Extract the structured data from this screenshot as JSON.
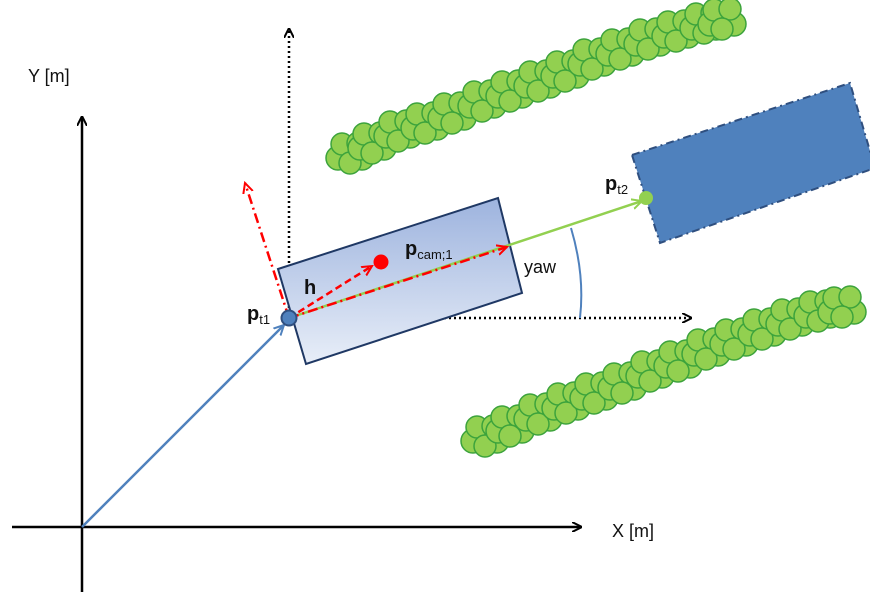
{
  "axes": {
    "x_label": "X [m]",
    "y_label": "Y [m]"
  },
  "labels": {
    "p_t1_main": "p",
    "p_t1_sub": "t1",
    "p_t2_main": "p",
    "p_t2_sub": "t2",
    "p_cam_main": "p",
    "p_cam_sub": "cam;1",
    "h": "h",
    "yaw": "yaw"
  },
  "colors": {
    "axis": "#000000",
    "position_vector": "#4f81bd",
    "target_point": "#92d050",
    "camera_point": "#ff0000",
    "heading_dash": "#ff0000",
    "vehicle_fill_top": "#9db3de",
    "vehicle_fill_bottom": "#e6edf8",
    "vehicle_stroke": "#1f3864",
    "target_vehicle_fill": "#4f81bd",
    "target_vehicle_stroke": "#2f4f7f",
    "tree_fill": "#92d050",
    "tree_stroke": "#3ca33c"
  },
  "icons": {
    "vehicle": "vehicle-rectangle",
    "target_vehicle": "dashed-vehicle-rectangle",
    "tree_rows": "tree-row-icon"
  }
}
